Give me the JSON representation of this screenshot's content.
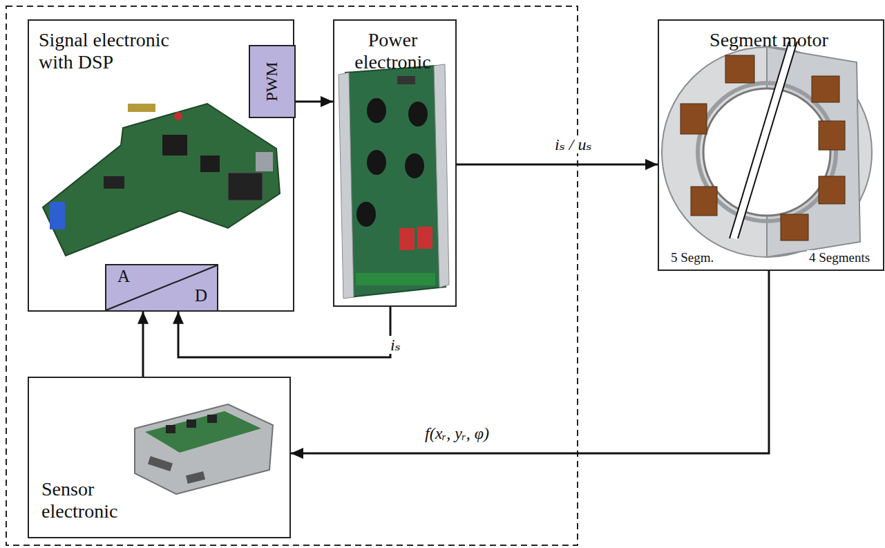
{
  "diagram": {
    "nodes": [
      {
        "text": [
          "Signal electronic with DSP"
        ]
      },
      {
        "text": [
          "PWM"
        ],
        "in": 0
      },
      {
        "text": [
          "A",
          "D"
        ],
        "in": 0
      },
      {
        "text": [
          "Power electronic"
        ]
      },
      {
        "text": [
          "Segment motor",
          "5 Segm.",
          "4 Segments"
        ]
      },
      {
        "text": [
          "Sensor electronic"
        ]
      }
    ],
    "edges": [
      {
        "from": 1,
        "to": 3,
        "arrow": "to"
      },
      {
        "from": 3,
        "to": 4,
        "label": "iₛ / uₛ",
        "arrow": "to"
      },
      {
        "from": 3,
        "to": 2,
        "label": "iₛ",
        "arrow": "to"
      },
      {
        "from": 4,
        "to": 5,
        "label": "f(xᵣ, yᵣ, φ)",
        "arrow": "to"
      },
      {
        "from": 5,
        "to": 2,
        "arrow": "to"
      }
    ]
  }
}
